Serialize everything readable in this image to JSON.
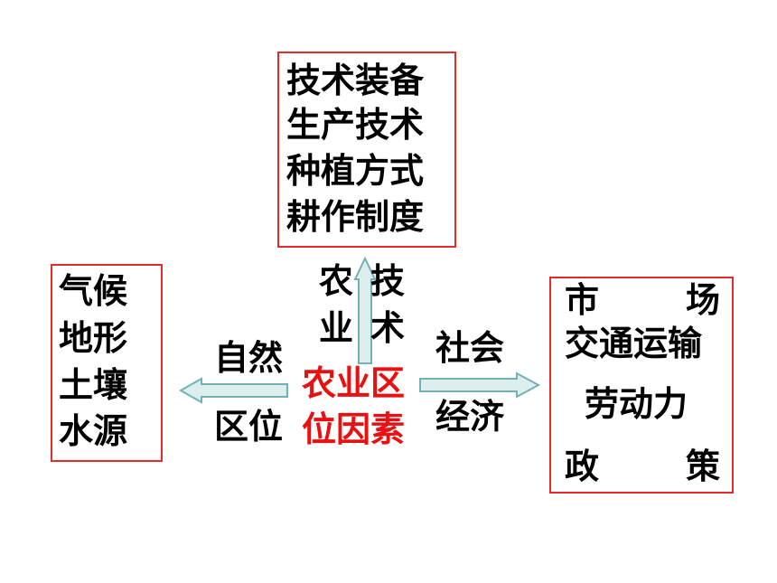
{
  "colors": {
    "box_border": "#e32b2b",
    "center_text": "#e81010",
    "arrow_fill": "#dcefee",
    "arrow_stroke": "#74b1b3"
  },
  "center": {
    "line1": "农业区",
    "line2": "位因素"
  },
  "top_box": {
    "lines": [
      "技术装备",
      "生产技术",
      "种植方式",
      "耕作制度"
    ]
  },
  "left_box": {
    "lines": [
      "气候",
      "地形",
      "土壤",
      "水源"
    ]
  },
  "right_box": {
    "market": [
      "市",
      "场"
    ],
    "transport": "交通运输",
    "labor": "劳动力",
    "policy": [
      "政",
      "策"
    ]
  },
  "arrow_labels": {
    "top_left": [
      "农",
      "业"
    ],
    "top_right": [
      "技",
      "术"
    ],
    "left": [
      "自然",
      "区位"
    ],
    "right": [
      "社会",
      "经济"
    ]
  }
}
